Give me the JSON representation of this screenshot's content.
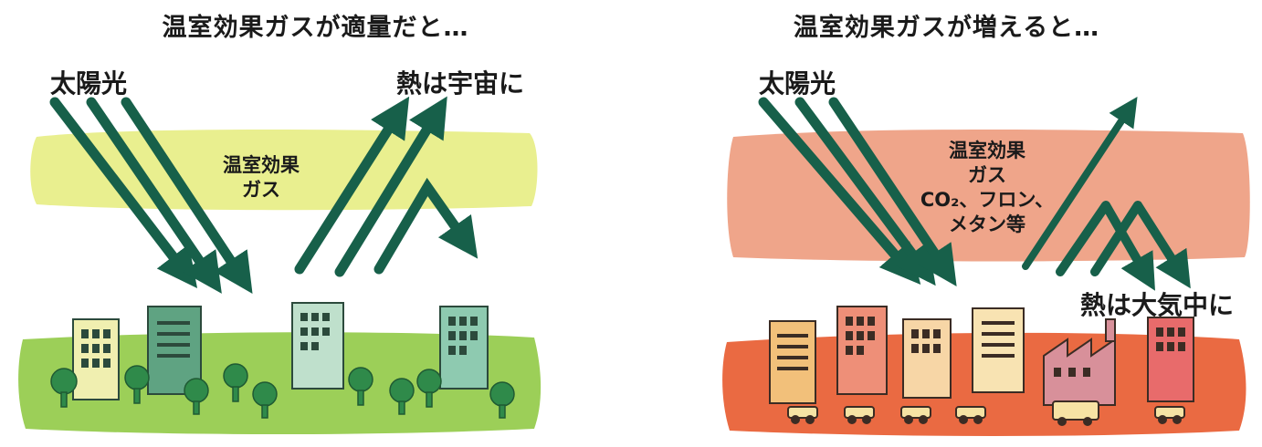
{
  "panels": [
    {
      "title": "温室効果ガスが適量だと…",
      "sun_label": "太陽光",
      "heat_label": "熱は宇宙に",
      "gas_lines": [
        "温室効果",
        "ガス"
      ],
      "colors": {
        "gas_band": "#e9ef8f",
        "ground": "#9ccf58",
        "arrow": "#17604a"
      }
    },
    {
      "title": "温室効果ガスが増えると…",
      "sun_label": "太陽光",
      "heat_label": "熱は大気中に",
      "gas_lines": [
        "温室効果",
        "ガス",
        "CO₂、フロン、",
        "メタン等"
      ],
      "colors": {
        "gas_band": "#efa58a",
        "ground": "#ea6a42",
        "arrow": "#17604a"
      }
    }
  ]
}
